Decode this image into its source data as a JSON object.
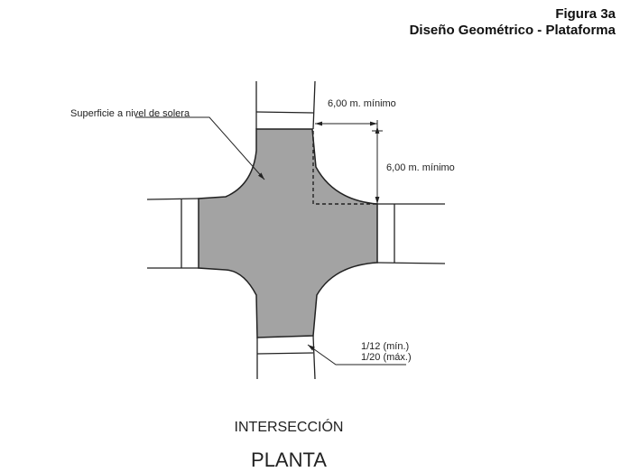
{
  "header": {
    "figure_number": "Figura 3a",
    "figure_title": "Diseño Geométrico - Plataforma"
  },
  "labels": {
    "surface": "Superficie a nivel de solera",
    "dim_horizontal": "6,00 m. mínimo",
    "dim_vertical": "6,00 m. mínimo",
    "slope_min": "1/12 (mín.)",
    "slope_max": "1/20 (máx.)"
  },
  "caption": {
    "subtitle": "INTERSECCIÓN",
    "title": "PLANTA"
  },
  "colors": {
    "platform_fill": "#a3a3a3",
    "line": "#222222"
  }
}
